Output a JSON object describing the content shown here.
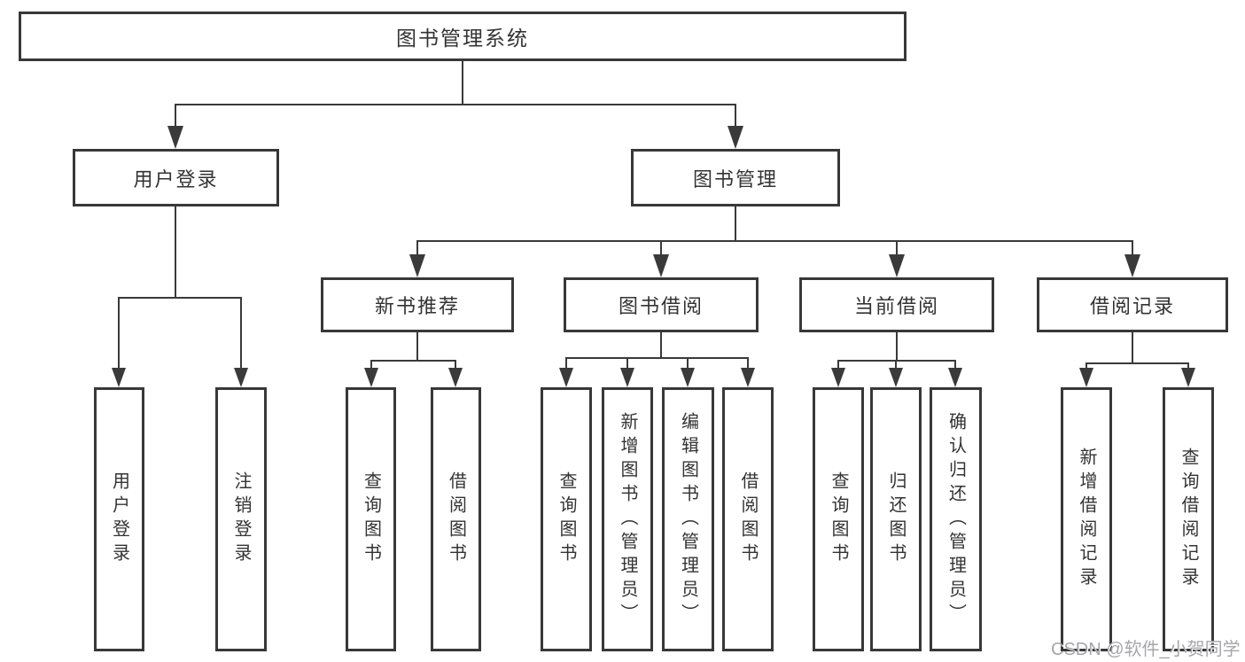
{
  "colors": {
    "background": "#ffffff",
    "box_border": "#383838",
    "connector": "#3a3a3a",
    "text": "#333333",
    "watermark": "#a6a6aa"
  },
  "watermark": {
    "text": "CSDN @软件_小贺同学"
  },
  "tree": {
    "label": "图书管理系统",
    "children": [
      {
        "label": "用户登录",
        "children": [
          {
            "label": "用户登录"
          },
          {
            "label": "注销登录"
          }
        ]
      },
      {
        "label": "图书管理",
        "children": [
          {
            "label": "新书推荐",
            "children": [
              {
                "label": "查询图书"
              },
              {
                "label": "借阅图书"
              }
            ]
          },
          {
            "label": "图书借阅",
            "children": [
              {
                "label": "查询图书"
              },
              {
                "label": "新增图书（管理员）"
              },
              {
                "label": "编辑图书（管理员）"
              },
              {
                "label": "借阅图书"
              }
            ]
          },
          {
            "label": "当前借阅",
            "children": [
              {
                "label": "查询图书"
              },
              {
                "label": "归还图书"
              },
              {
                "label": "确认归还（管理员）"
              }
            ]
          },
          {
            "label": "借阅记录",
            "children": [
              {
                "label": "新增借阅记录"
              },
              {
                "label": "查询借阅记录"
              }
            ]
          }
        ]
      }
    ]
  }
}
